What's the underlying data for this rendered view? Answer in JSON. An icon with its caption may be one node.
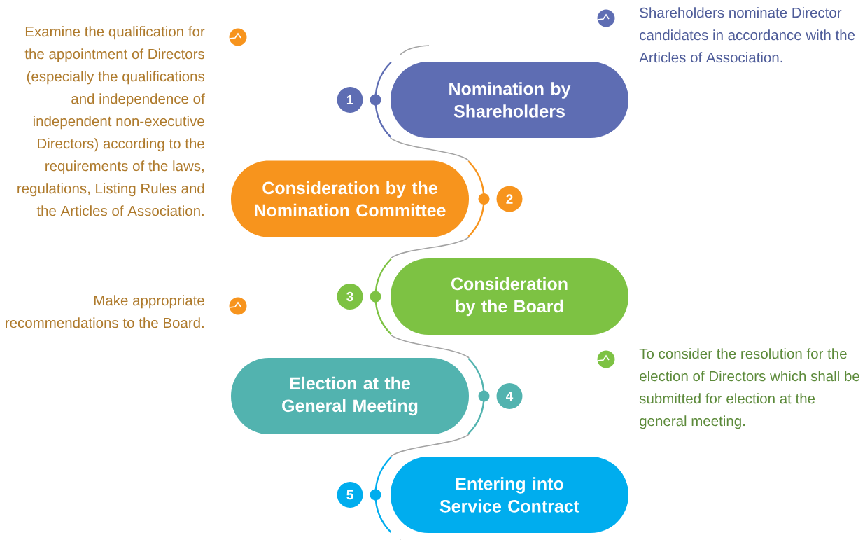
{
  "diagram": {
    "nodes": [
      {
        "text": [
          "Nomination by Shareholders"
        ],
        "beside": [
          "1"
        ]
      },
      {
        "text": [
          "Consideration by the Nomination Committee"
        ],
        "beside": [
          "2"
        ]
      },
      {
        "text": [
          "Consideration by the Board"
        ],
        "beside": [
          "3"
        ]
      },
      {
        "text": [
          "Election at the General Meeting"
        ],
        "beside": [
          "4"
        ]
      },
      {
        "text": [
          "Entering into Service Contract"
        ],
        "beside": [
          "5"
        ]
      }
    ],
    "edges": [
      {
        "from": 0,
        "to": 1,
        "arrow": "none"
      },
      {
        "from": 1,
        "to": 2,
        "arrow": "none"
      },
      {
        "from": 2,
        "to": 3,
        "arrow": "none"
      },
      {
        "from": 3,
        "to": 4,
        "arrow": "none"
      }
    ],
    "labels": [
      "Examine the qualification for the appointment of Directors (especially the qualifications and independence of independent non-executive Directors) according to the requirements of the laws, regulations, Listing Rules and the Articles of Association.",
      "Make appropriate recommendations to the Board.",
      "Shareholders nominate Director candidates in accordance with the Articles of Association.",
      "To consider the resolution for the election of Directors which shall be submitted for election at the general meeting."
    ]
  }
}
